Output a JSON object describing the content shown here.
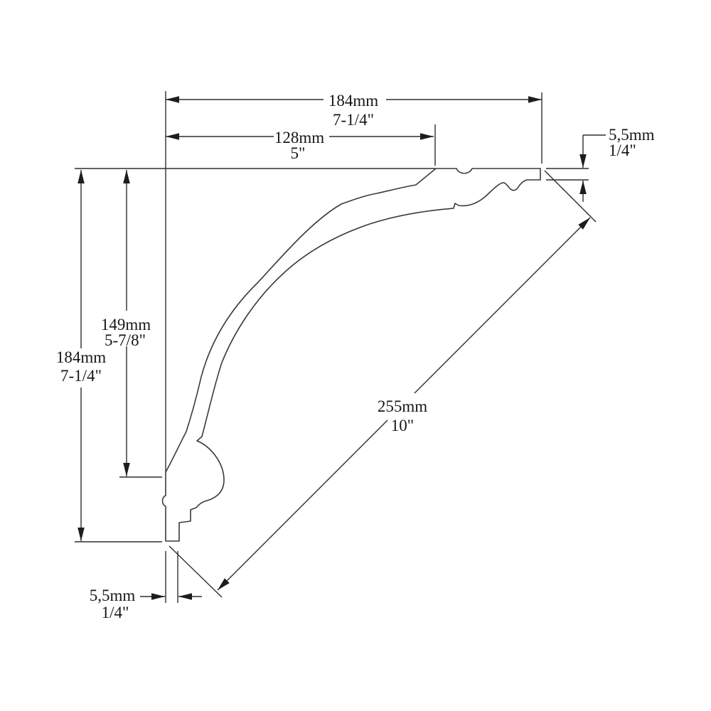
{
  "drawing": {
    "type": "crown-molding-profile-dimension-drawing",
    "dim_top_width": {
      "metric": "184mm",
      "imperial": "7-1/4\""
    },
    "dim_top_partial_width": {
      "metric": "128mm",
      "imperial": "5\""
    },
    "dim_right_thickness": {
      "metric": "5,5mm",
      "imperial": "1/4\""
    },
    "dim_left_height": {
      "metric": "184mm",
      "imperial": "7-1/4\""
    },
    "dim_left_partial_height": {
      "metric": "149mm",
      "imperial": "5-7/8\""
    },
    "dim_diagonal_face": {
      "metric": "255mm",
      "imperial": "10\""
    },
    "dim_bottom_thickness": {
      "metric": "5,5mm",
      "imperial": "1/4\""
    }
  },
  "colors": {
    "background": "#ffffff",
    "line": "#2e2e2e",
    "profile_line": "#3a3a3a",
    "text": "#161616"
  }
}
